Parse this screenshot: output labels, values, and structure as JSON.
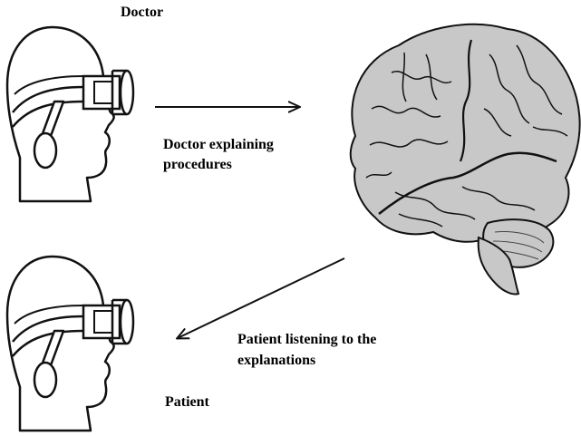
{
  "labels": {
    "doctor": "Doctor",
    "doctor_explaining_line1": "Doctor explaining",
    "doctor_explaining_line2": "procedures",
    "patient_listening_line1": "Patient listening to the",
    "patient_listening_line2": "explanations",
    "patient": "Patient"
  },
  "colors": {
    "brain_fill": "#c8c8c8",
    "outline": "#111111"
  },
  "icons": {
    "doctor_figure": "vr-headset-head-icon",
    "patient_figure": "vr-headset-head-icon",
    "brain": "brain-illustration"
  }
}
